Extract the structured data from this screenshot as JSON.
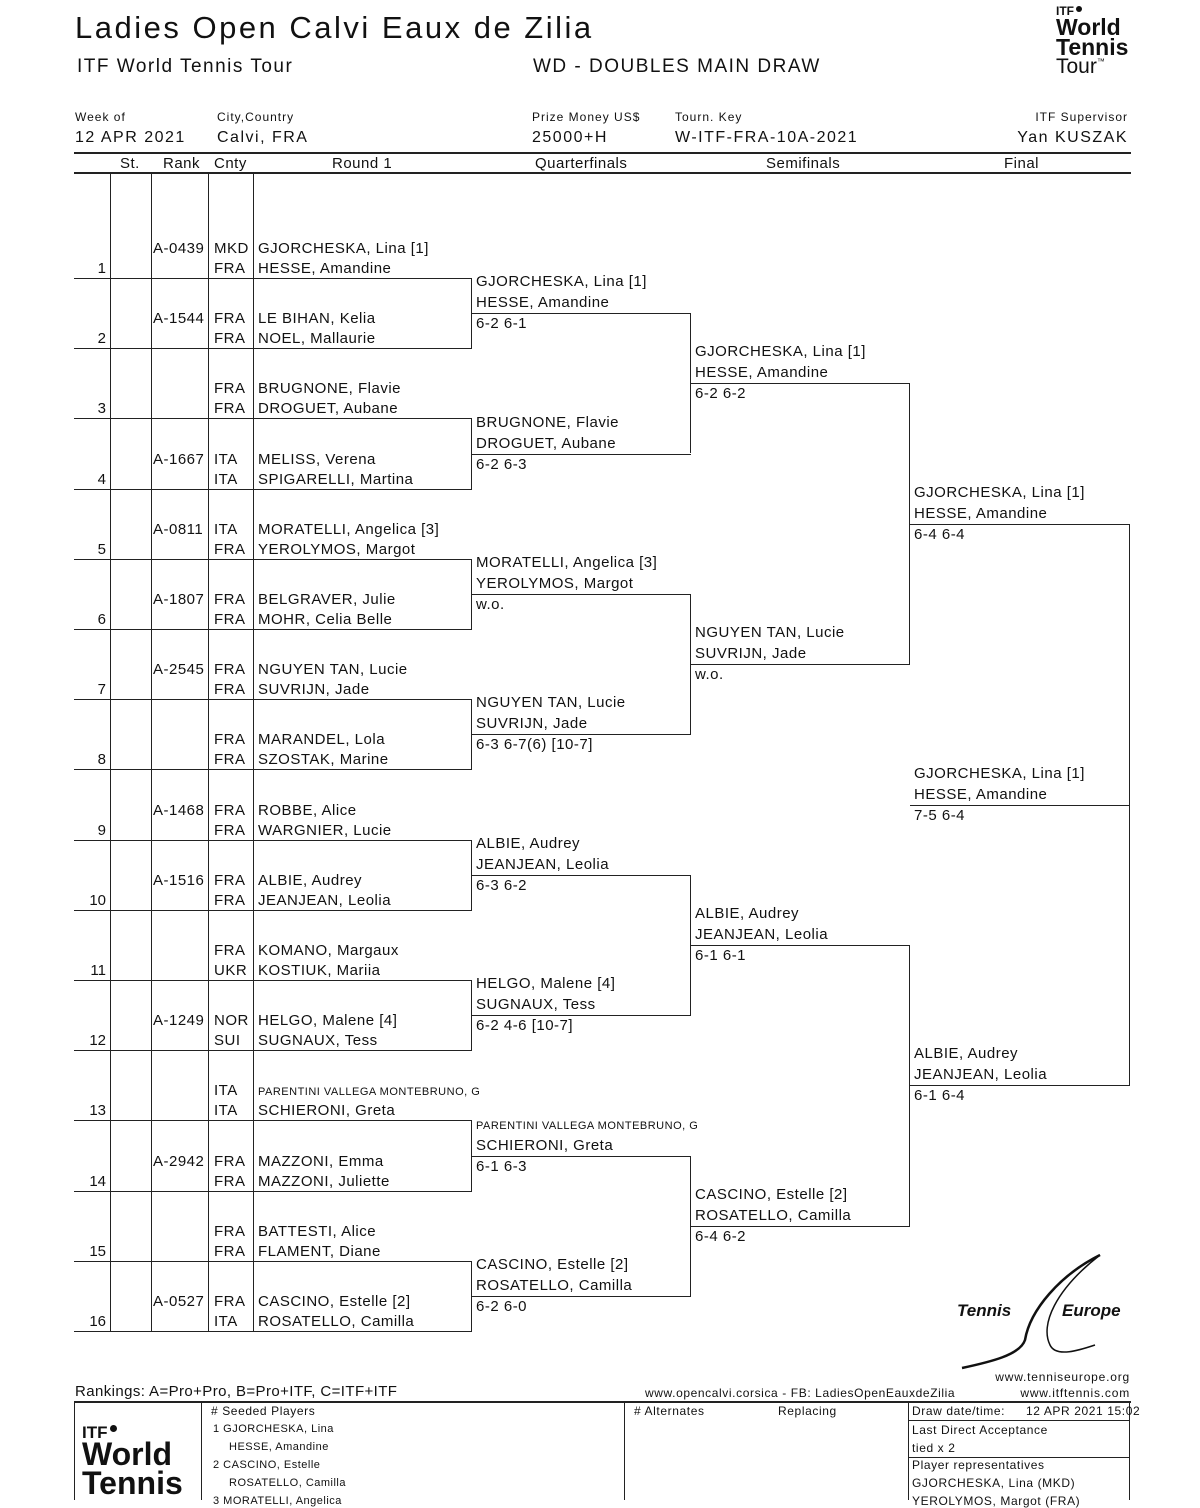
{
  "header": {
    "title": "Ladies Open Calvi Eaux de Zilia",
    "subtitle": "ITF World Tennis Tour",
    "draw_name": "WD - DOUBLES MAIN DRAW",
    "logo_itf": "ITF",
    "logo_world": "World",
    "logo_tennis": "Tennis",
    "logo_tour": "Tour",
    "logo_tm": "™"
  },
  "info": {
    "week_label": "Week of",
    "week": "12 APR 2021",
    "city_label": "City,Country",
    "city": "Calvi, FRA",
    "prize_label": "Prize Money US$",
    "prize": "25000+H",
    "key_label": "Tourn. Key",
    "key": "W-ITF-FRA-10A-2021",
    "supervisor_label": "ITF Supervisor",
    "supervisor": "Yan KUSZAK"
  },
  "columns": {
    "st": "St.",
    "rank": "Rank",
    "cnty": "Cnty",
    "r1": "Round 1",
    "qf": "Quarterfinals",
    "sf": "Semifinals",
    "f": "Final"
  },
  "round1": [
    {
      "n": "1",
      "rank": "A-0439",
      "c1": "MKD",
      "p1": "GJORCHESKA, Lina [1]",
      "c2": "FRA",
      "p2": "HESSE, Amandine"
    },
    {
      "n": "2",
      "rank": "A-1544",
      "c1": "FRA",
      "p1": "LE BIHAN, Kelia",
      "c2": "FRA",
      "p2": "NOEL, Mallaurie"
    },
    {
      "n": "3",
      "rank": "",
      "c1": "FRA",
      "p1": "BRUGNONE, Flavie",
      "c2": "FRA",
      "p2": "DROGUET, Aubane"
    },
    {
      "n": "4",
      "rank": "A-1667",
      "c1": "ITA",
      "p1": "MELISS, Verena",
      "c2": "ITA",
      "p2": "SPIGARELLI, Martina"
    },
    {
      "n": "5",
      "rank": "A-0811",
      "c1": "ITA",
      "p1": "MORATELLI, Angelica [3]",
      "c2": "FRA",
      "p2": "YEROLYMOS, Margot"
    },
    {
      "n": "6",
      "rank": "A-1807",
      "c1": "FRA",
      "p1": "BELGRAVER, Julie",
      "c2": "FRA",
      "p2": "MOHR, Celia Belle"
    },
    {
      "n": "7",
      "rank": "A-2545",
      "c1": "FRA",
      "p1": "NGUYEN TAN, Lucie",
      "c2": "FRA",
      "p2": "SUVRIJN, Jade"
    },
    {
      "n": "8",
      "rank": "",
      "c1": "FRA",
      "p1": "MARANDEL, Lola",
      "c2": "FRA",
      "p2": "SZOSTAK, Marine"
    },
    {
      "n": "9",
      "rank": "A-1468",
      "c1": "FRA",
      "p1": "ROBBE, Alice",
      "c2": "FRA",
      "p2": "WARGNIER, Lucie"
    },
    {
      "n": "10",
      "rank": "A-1516",
      "c1": "FRA",
      "p1": "ALBIE, Audrey",
      "c2": "FRA",
      "p2": "JEANJEAN, Leolia"
    },
    {
      "n": "11",
      "rank": "",
      "c1": "FRA",
      "p1": "KOMANO, Margaux",
      "c2": "UKR",
      "p2": "KOSTIUK, Mariia"
    },
    {
      "n": "12",
      "rank": "A-1249",
      "c1": "NOR",
      "p1": "HELGO, Malene [4]",
      "c2": "SUI",
      "p2": "SUGNAUX, Tess"
    },
    {
      "n": "13",
      "rank": "",
      "c1": "ITA",
      "p1": "PARENTINI VALLEGA MONTEBRUNO, G",
      "c2": "ITA",
      "p2": "SCHIERONI, Greta",
      "small1": true
    },
    {
      "n": "14",
      "rank": "A-2942",
      "c1": "FRA",
      "p1": "MAZZONI, Emma",
      "c2": "FRA",
      "p2": "MAZZONI, Juliette"
    },
    {
      "n": "15",
      "rank": "",
      "c1": "FRA",
      "p1": "BATTESTI, Alice",
      "c2": "FRA",
      "p2": "FLAMENT, Diane"
    },
    {
      "n": "16",
      "rank": "A-0527",
      "c1": "FRA",
      "p1": "CASCINO, Estelle [2]",
      "c2": "ITA",
      "p2": "ROSATELLO, Camilla"
    }
  ],
  "qf": [
    {
      "p1": "GJORCHESKA, Lina [1]",
      "p2": "HESSE, Amandine",
      "score": "6-2 6-1"
    },
    {
      "p1": "BRUGNONE, Flavie",
      "p2": "DROGUET, Aubane",
      "score": "6-2 6-3"
    },
    {
      "p1": "MORATELLI, Angelica [3]",
      "p2": "YEROLYMOS, Margot",
      "score": "w.o."
    },
    {
      "p1": "NGUYEN TAN, Lucie",
      "p2": "SUVRIJN, Jade",
      "score": "6-3 6-7(6) [10-7]"
    },
    {
      "p1": "ALBIE, Audrey",
      "p2": "JEANJEAN, Leolia",
      "score": "6-3 6-2"
    },
    {
      "p1": "HELGO, Malene [4]",
      "p2": "SUGNAUX, Tess",
      "score": "6-2 4-6 [10-7]"
    },
    {
      "p1": "PARENTINI VALLEGA MONTEBRUNO, G",
      "p2": "SCHIERONI, Greta",
      "score": "6-1 6-3",
      "small1": true
    },
    {
      "p1": "CASCINO, Estelle [2]",
      "p2": "ROSATELLO, Camilla",
      "score": "6-2 6-0"
    }
  ],
  "sf": [
    {
      "p1": "GJORCHESKA, Lina [1]",
      "p2": "HESSE, Amandine",
      "score": "6-2 6-2"
    },
    {
      "p1": "NGUYEN TAN, Lucie",
      "p2": "SUVRIJN, Jade",
      "score": "w.o."
    },
    {
      "p1": "ALBIE, Audrey",
      "p2": "JEANJEAN, Leolia",
      "score": "6-1 6-1"
    },
    {
      "p1": "CASCINO, Estelle [2]",
      "p2": "ROSATELLO, Camilla",
      "score": "6-4 6-2"
    }
  ],
  "f": [
    {
      "p1": "GJORCHESKA, Lina [1]",
      "p2": "HESSE, Amandine",
      "score": "6-4 6-4"
    },
    {
      "p1": "ALBIE, Audrey",
      "p2": "JEANJEAN, Leolia",
      "score": "6-1 6-4"
    }
  ],
  "winner": {
    "p1": "GJORCHESKA, Lina [1]",
    "p2": "HESSE, Amandine",
    "score": "7-5 6-4"
  },
  "tennis_europe": {
    "left": "Tennis",
    "right": "Europe"
  },
  "footer": {
    "rankings": "Rankings: A=Pro+Pro, B=Pro+ITF, C=ITF+ITF",
    "site_tour": "www.tenniseurope.org",
    "site_local": "www.opencalvi.corsica - FB: LadiesOpenEauxdeZilia",
    "site_itf": "www.itftennis.com",
    "seeded_hdr": "#  Seeded Players",
    "seeded": [
      "1  GJORCHESKA, Lina",
      "HESSE, Amandine",
      "2  CASCINO, Estelle",
      "ROSATELLO, Camilla",
      "3  MORATELLI, Angelica"
    ],
    "alt_hdr": "# Alternates",
    "replacing": "Replacing",
    "draw_date_label": "Draw date/time:",
    "draw_date": "12 APR 2021 15:02",
    "lda_label": "Last Direct Acceptance",
    "lda": "tied x 2",
    "reps_label": "Player representatives",
    "reps": [
      "GJORCHESKA, Lina (MKD)",
      "YEROLYMOS, Margot (FRA)"
    ]
  }
}
